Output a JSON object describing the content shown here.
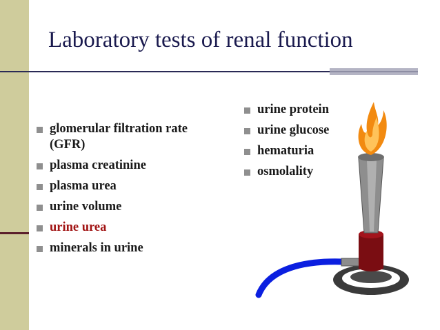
{
  "slide": {
    "title": "Laboratory tests of renal function"
  },
  "left_list": [
    {
      "text": "glomerular filtration rate (GFR)",
      "highlight": false
    },
    {
      "text": "plasma creatinine",
      "highlight": false
    },
    {
      "text": "plasma urea",
      "highlight": false
    },
    {
      "text": "urine volume",
      "highlight": false
    },
    {
      "text": "urine urea",
      "highlight": true
    },
    {
      "text": "minerals in urine",
      "highlight": false
    }
  ],
  "right_list": [
    {
      "text": "urine protein"
    },
    {
      "text": "urine glucose"
    },
    {
      "text": "hematuria"
    },
    {
      "text": "osmolality"
    }
  ],
  "colors": {
    "sidebar": "#cfcc9c",
    "title": "#1a1a4e",
    "highlight": "#a11313",
    "bullet": "#8f8f8f"
  },
  "illustration": {
    "icon": "bunsen-burner-icon"
  }
}
